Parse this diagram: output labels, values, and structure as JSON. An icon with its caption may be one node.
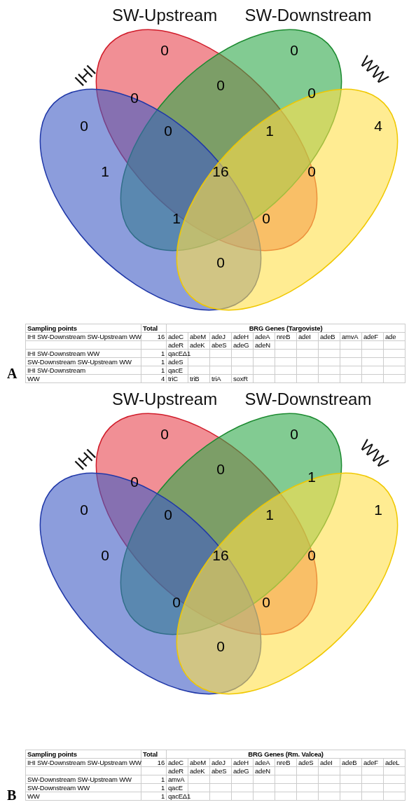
{
  "diagram": {
    "nodes": [
      {
        "text": [
          "SW-Upstream"
        ]
      },
      {
        "text": [
          "SW-Downstream"
        ]
      },
      {
        "text": [
          "IHI"
        ]
      },
      {
        "text": [
          "WW"
        ]
      },
      {
        "text": [
          "SW-Upstream"
        ]
      },
      {
        "text": [
          "SW-Downstream"
        ]
      },
      {
        "text": [
          "IHI"
        ]
      },
      {
        "text": [
          "WW"
        ]
      }
    ],
    "edges": [],
    "labels": [
      "0",
      "0",
      "0",
      "0",
      "0",
      "0",
      "0",
      "1",
      "4",
      "1",
      "16",
      "0",
      "1",
      "0",
      "0",
      "Sampling points",
      "Total",
      "BRG Genes (Targoviste)",
      "IHI SW-Downstream SW-Upstream WW",
      "16",
      "adeC",
      "abeM",
      "adeJ",
      "adeH",
      "adeA",
      "nreB",
      "adeI",
      "adeB",
      "amvA",
      "adeF",
      "ade",
      "adeR",
      "adeK",
      "abeS",
      "adeG",
      "adeN",
      "IHI SW-Downstream WW",
      "1",
      "qacEΔ1",
      "SW-Downstream SW-Upstream WW",
      "1",
      "adeS",
      "IHI SW-Downstream",
      "1",
      "qacE",
      "WW",
      "4",
      "triC",
      "triB",
      "triA",
      "soxR",
      "A",
      "0",
      "0",
      "0",
      "0",
      "1",
      "0",
      "0",
      "1",
      "1",
      "0",
      "16",
      "0",
      "0",
      "0",
      "0",
      "Sampling points",
      "Total",
      "BRG Genes (Rm. Valcea)",
      "IHI SW-Downstream SW-Upstream WW",
      "16",
      "adeC",
      "abeM",
      "adeJ",
      "adeH",
      "adeA",
      "nreB",
      "adeS",
      "adeI",
      "adeB",
      "adeF",
      "adeL",
      "adeR",
      "adeK",
      "abeS",
      "adeG",
      "adeN",
      "SW-Downstream SW-Upstream WW",
      "1",
      "amvA",
      "SW-Downstream WW",
      "1",
      "qacE",
      "WW",
      "1",
      "qacEΔ1",
      "B"
    ]
  }
}
